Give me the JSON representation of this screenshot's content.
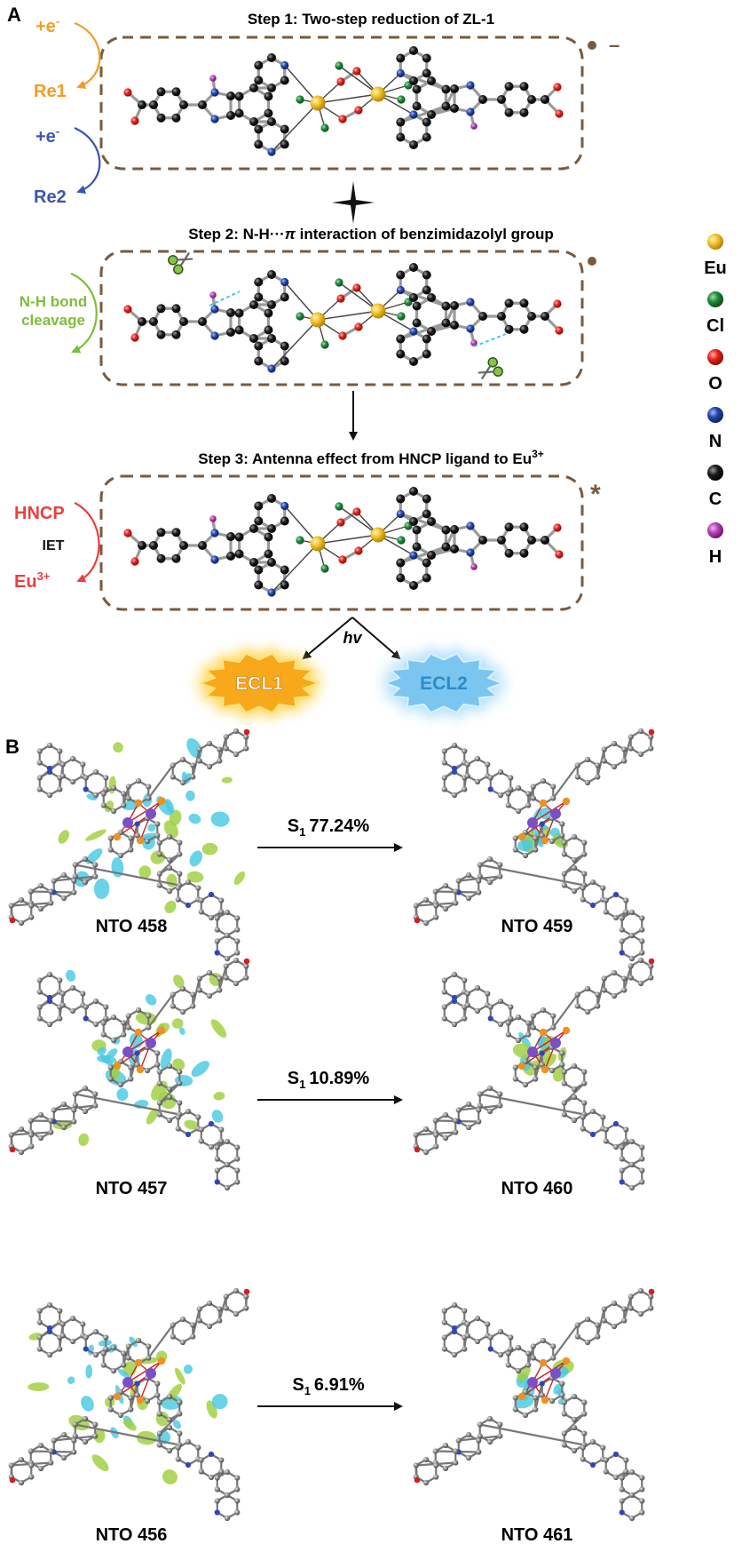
{
  "panel_a": {
    "label": "A",
    "steps": [
      {
        "title": "Step 1:  Two-step reduction of ZL-1",
        "side_marks": [
          "•",
          "–"
        ],
        "arrows": [
          {
            "label": "+e",
            "sup": "-",
            "result": "Re1",
            "color": "#F39C23"
          },
          {
            "label": "+e",
            "sup": "-",
            "result": "Re2",
            "color": "#3B54B4"
          }
        ]
      },
      {
        "title_parts": [
          "Step 2:  N-H···",
          "π",
          " interaction of benzimidazolyl group"
        ],
        "side_marks": [
          "•"
        ],
        "arrows": [
          {
            "lines": [
              "N-H bond",
              "cleavage"
            ],
            "color": "#7DBE3A"
          }
        ]
      },
      {
        "title": "Step 3:  Antenna effect from HNCP ligand to Eu",
        "title_sup": "3+",
        "side_marks": [
          "*"
        ],
        "arrows": [
          {
            "top": "HNCP",
            "middle": "IET",
            "bottom": "Eu",
            "bottom_sup": "3+",
            "color": "#E8403F"
          }
        ]
      }
    ],
    "sparkle_icon": "four-point-star",
    "hv_label": "hv",
    "outputs": [
      {
        "label": "ECL1",
        "color": "#F7A81B"
      },
      {
        "label": "ECL2",
        "color": "#7BC6F0"
      }
    ],
    "legend": [
      {
        "element": "Eu",
        "color": "#F2C12E"
      },
      {
        "element": "Cl",
        "color": "#1E8A3A"
      },
      {
        "element": "O",
        "color": "#E3241B"
      },
      {
        "element": "N",
        "color": "#2446A8"
      },
      {
        "element": "C",
        "color": "#111111"
      },
      {
        "element": "H",
        "color": "#B640B6"
      }
    ]
  },
  "panel_b": {
    "label": "B",
    "rows": [
      {
        "left": "NTO 458",
        "right": "NTO 459",
        "state": "S",
        "state_sub": "1",
        "percent": "77.24%"
      },
      {
        "left": "NTO 457",
        "right": "NTO 460",
        "state": "S",
        "state_sub": "1",
        "percent": "10.89%"
      },
      {
        "left": "NTO 456",
        "right": "NTO 461",
        "state": "S",
        "state_sub": "1",
        "percent": "6.91%"
      }
    ]
  },
  "colors": {
    "box_border": "#7A5A3E",
    "cyan_lobe": "#45C8E0",
    "green_lobe": "#9CCF3A",
    "bond": "#555555",
    "carbon_gray": "#8A8A8A",
    "nitrogen_blue": "#2E47B8",
    "oxygen_red": "#D02020",
    "europium_orange": "#F09020"
  }
}
